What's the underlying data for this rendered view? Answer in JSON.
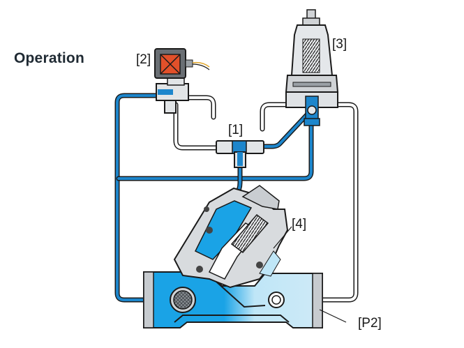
{
  "heading": "Operation",
  "callouts": {
    "c1": "[1]",
    "c2": "[2]",
    "c3": "[3]",
    "c4": "[4]",
    "p2": "[P2]"
  },
  "colors": {
    "pipe_blue": "#1d86cc",
    "water_blue": "#1aa3e6",
    "light_water": "#bfe6f7",
    "metal_gray": "#d8dbde",
    "outline": "#1a1a1a",
    "solenoid_orange": "#e2502a"
  },
  "icons": {
    "solenoid": "solenoid-pilot-icon",
    "pressure_pilot": "pressure-reducing-pilot-icon",
    "main_valve": "main-valve-icon",
    "strainer": "strainer-icon"
  }
}
